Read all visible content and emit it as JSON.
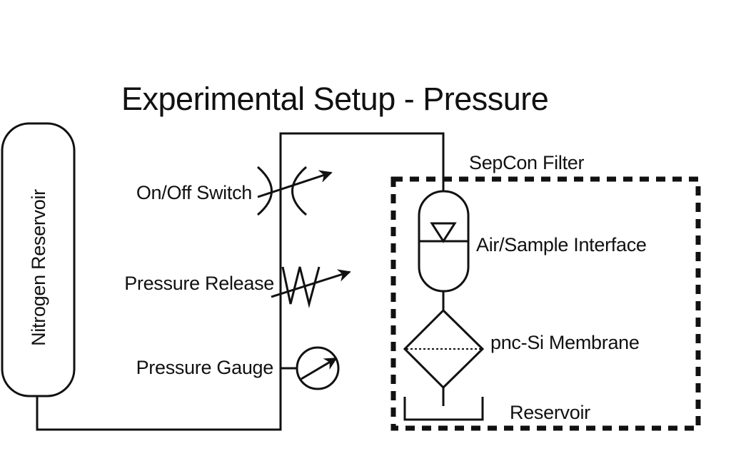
{
  "title": "Experimental Setup - Pressure",
  "colors": {
    "line": "#111111",
    "background": "#ffffff"
  },
  "components": {
    "nitrogen_reservoir": {
      "label": "Nitrogen Reservoir",
      "icon": "vessel-icon"
    },
    "on_off_switch": {
      "label": "On/Off Switch",
      "icon": "adjustable-orifice-valve-icon"
    },
    "pressure_release": {
      "label": "Pressure Release",
      "icon": "adjustable-spring-relief-icon"
    },
    "pressure_gauge": {
      "label": "Pressure Gauge",
      "icon": "gauge-icon"
    },
    "sepcon_filter": {
      "label": "SepCon Filter",
      "icon": "dashed-boundary"
    },
    "air_sample_interface": {
      "label": "Air/Sample Interface",
      "icon": "accumulator-icon"
    },
    "membrane": {
      "label": "pnc-Si Membrane",
      "icon": "filter-diamond-icon"
    },
    "reservoir": {
      "label": "Reservoir",
      "icon": "tray-icon"
    }
  }
}
